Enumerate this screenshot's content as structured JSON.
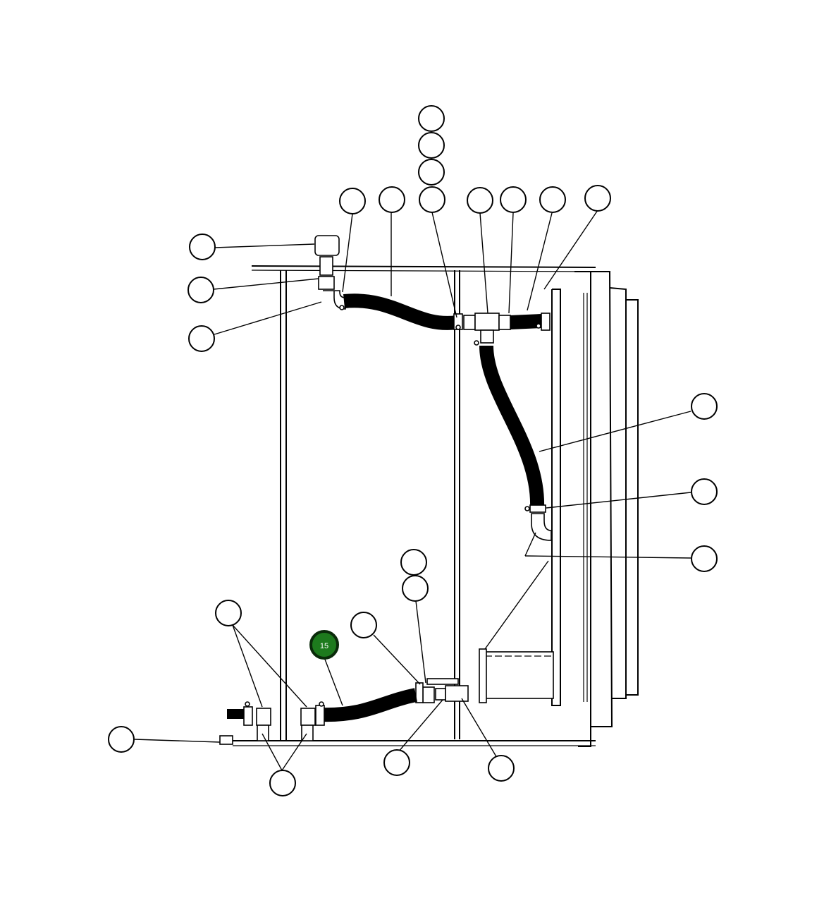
{
  "diagram": {
    "callouts": [
      {
        "id": "c-top-1",
        "label": ""
      },
      {
        "id": "c-top-2",
        "label": ""
      },
      {
        "id": "c-top-3",
        "label": ""
      },
      {
        "id": "c-top-4",
        "label": ""
      },
      {
        "id": "c-row-1",
        "label": ""
      },
      {
        "id": "c-row-2",
        "label": ""
      },
      {
        "id": "c-row-3",
        "label": ""
      },
      {
        "id": "c-row-4",
        "label": ""
      },
      {
        "id": "c-row-5",
        "label": ""
      },
      {
        "id": "c-row-6",
        "label": ""
      },
      {
        "id": "c-left-1",
        "label": ""
      },
      {
        "id": "c-left-2",
        "label": ""
      },
      {
        "id": "c-left-3",
        "label": ""
      },
      {
        "id": "c-right-1",
        "label": ""
      },
      {
        "id": "c-right-2",
        "label": ""
      },
      {
        "id": "c-right-3",
        "label": ""
      },
      {
        "id": "c-mid-1",
        "label": ""
      },
      {
        "id": "c-mid-2",
        "label": ""
      },
      {
        "id": "c-bottom-1",
        "label": ""
      },
      {
        "id": "c-selected",
        "label": "15",
        "active": true
      },
      {
        "id": "c-bottom-2",
        "label": ""
      },
      {
        "id": "c-bottom-3",
        "label": ""
      },
      {
        "id": "c-bottom-4",
        "label": ""
      },
      {
        "id": "c-bottom-5",
        "label": ""
      },
      {
        "id": "c-bottom-6",
        "label": ""
      }
    ],
    "highlight_color": "#1d7a1d"
  }
}
